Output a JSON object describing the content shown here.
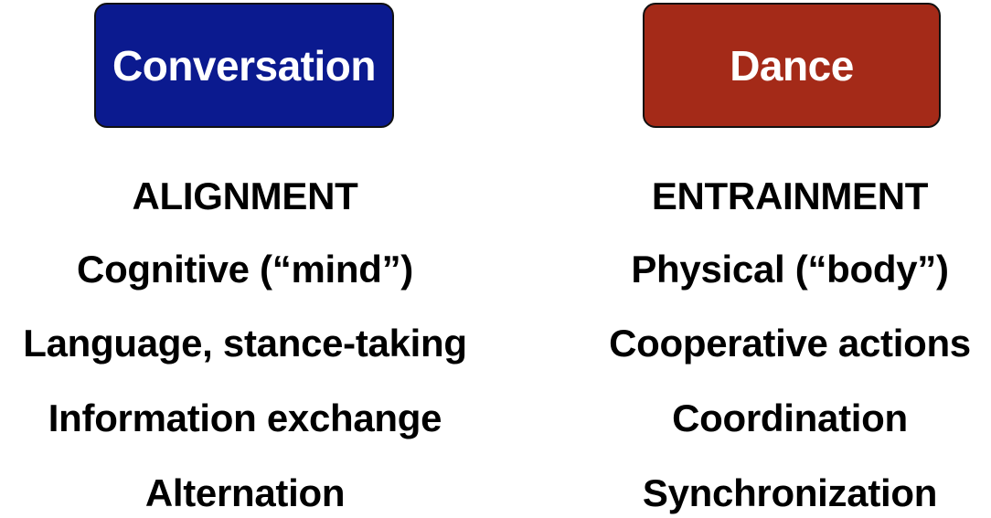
{
  "left": {
    "title": "Conversation",
    "color": "#0b1a8f",
    "items": [
      "ALIGNMENT",
      "Cognitive (“mind”)",
      "Language, stance-taking",
      "Information exchange",
      "Alternation"
    ]
  },
  "right": {
    "title": "Dance",
    "color": "#a42a18",
    "items": [
      "ENTRAINMENT",
      "Physical (“body”)",
      "Cooperative actions",
      "Coordination",
      "Synchronization"
    ]
  }
}
